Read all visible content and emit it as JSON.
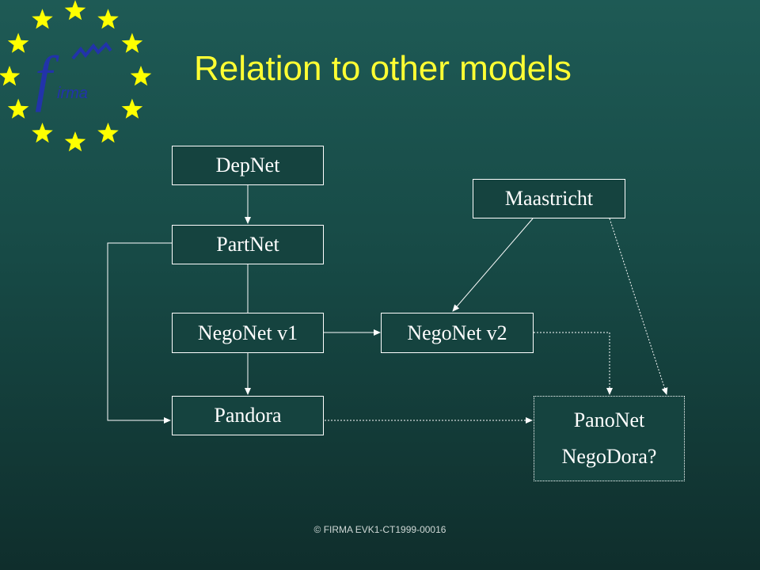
{
  "slide": {
    "title": "Relation to other models",
    "footer": "© FIRMA  EVK1-CT1999-00016"
  },
  "logo": {
    "letters": "firma",
    "star_color": "#ffff00",
    "f_color": "#2233aa"
  },
  "diagram": {
    "nodes": {
      "depnet": "DepNet",
      "partnet": "PartNet",
      "negonet_v1": "NegoNet v1",
      "pandora": "Pandora",
      "maastricht": "Maastricht",
      "negonet_v2": "NegoNet v2",
      "panonet_line1": "PanoNet",
      "panonet_line2": "NegoDora?"
    }
  },
  "colors": {
    "background_top": "#1e5a55",
    "background_bottom": "#0f2e2c",
    "title": "#ffff33",
    "box_border": "#ffffff",
    "connector": "#ffffff"
  }
}
